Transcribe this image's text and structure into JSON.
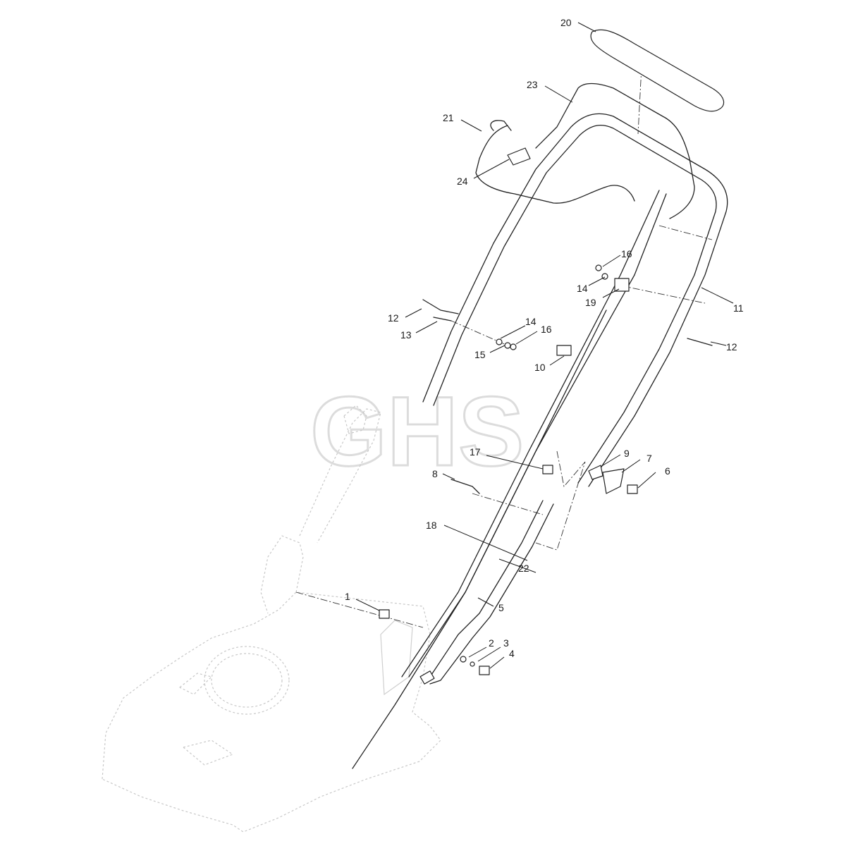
{
  "watermark": "GHS",
  "callouts": [
    {
      "id": "1",
      "label": "1"
    },
    {
      "id": "2",
      "label": "2"
    },
    {
      "id": "3",
      "label": "3"
    },
    {
      "id": "4",
      "label": "4"
    },
    {
      "id": "5",
      "label": "5"
    },
    {
      "id": "6",
      "label": "6"
    },
    {
      "id": "7",
      "label": "7"
    },
    {
      "id": "8",
      "label": "8"
    },
    {
      "id": "9",
      "label": "9"
    },
    {
      "id": "10",
      "label": "10"
    },
    {
      "id": "11",
      "label": "11"
    },
    {
      "id": "12a",
      "label": "12"
    },
    {
      "id": "12b",
      "label": "12"
    },
    {
      "id": "13",
      "label": "13"
    },
    {
      "id": "14a",
      "label": "14"
    },
    {
      "id": "14b",
      "label": "14"
    },
    {
      "id": "15",
      "label": "15"
    },
    {
      "id": "16a",
      "label": "16"
    },
    {
      "id": "16b",
      "label": "16"
    },
    {
      "id": "17",
      "label": "17"
    },
    {
      "id": "18",
      "label": "18"
    },
    {
      "id": "19",
      "label": "19"
    },
    {
      "id": "20",
      "label": "20"
    },
    {
      "id": "21",
      "label": "21"
    },
    {
      "id": "22",
      "label": "22"
    },
    {
      "id": "23",
      "label": "23"
    },
    {
      "id": "24",
      "label": "24"
    }
  ]
}
